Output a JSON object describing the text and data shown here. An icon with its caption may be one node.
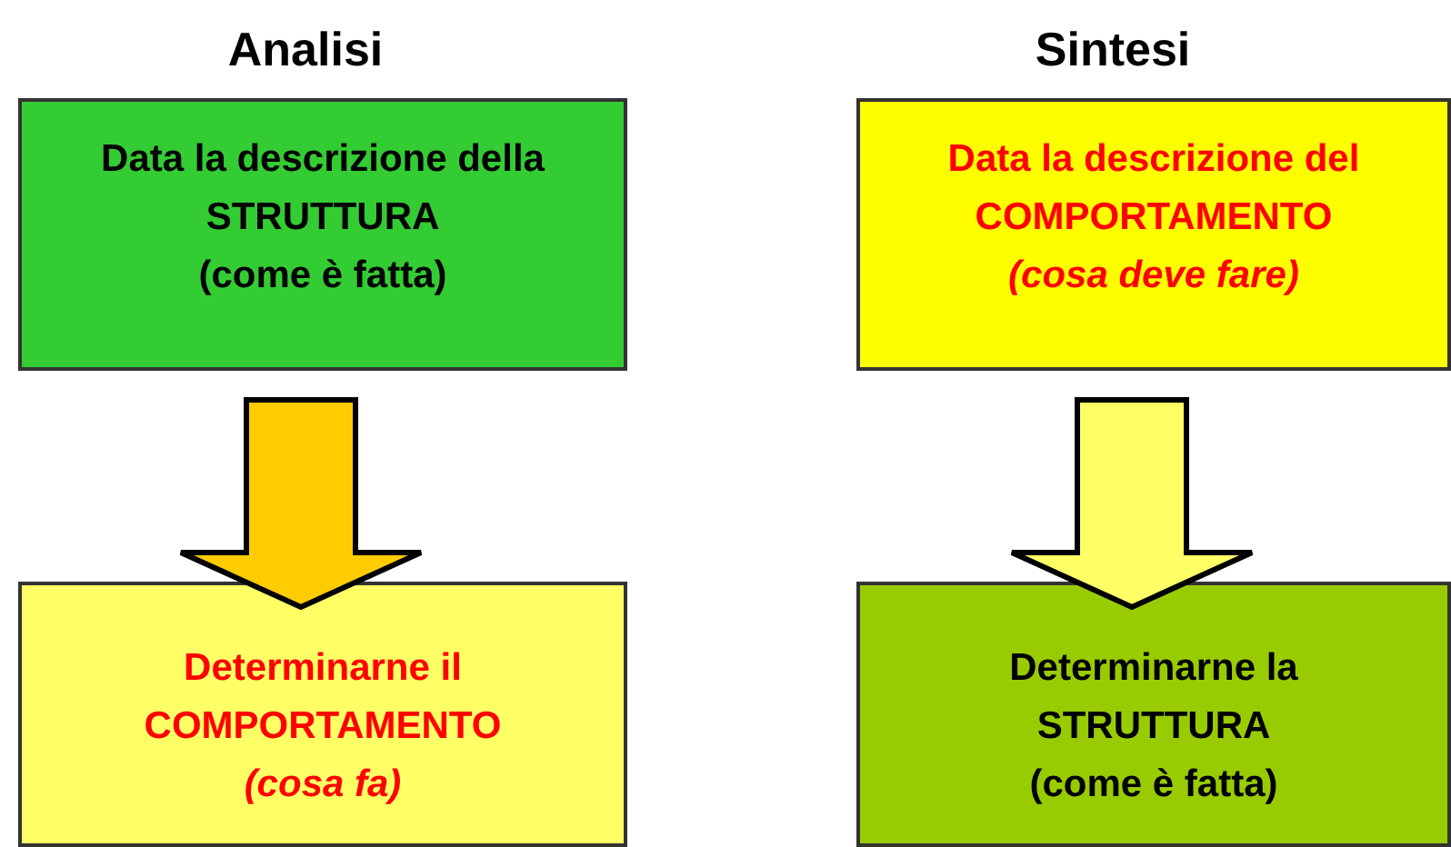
{
  "diagram": {
    "nodes": [
      {
        "text": [
          "Data la descrizione della STRUTTURA",
          "(come è fatta)"
        ]
      },
      {
        "text": [
          "Data la descrizione del COMPORTAMENTO",
          "(cosa deve fare)"
        ]
      },
      {
        "text": [
          "Determinarne il COMPORTAMENTO",
          "(cosa fa)"
        ]
      },
      {
        "text": [
          "Determinarne la STRUTTURA",
          "(come è fatta)"
        ]
      }
    ],
    "edges": [
      {
        "from": 0,
        "to": 2,
        "arrow": "to",
        "style": "thick",
        "color": "#ffcc00"
      },
      {
        "from": 1,
        "to": 3,
        "arrow": "to",
        "style": "thick",
        "color": "#ffff66"
      }
    ],
    "labels": [
      "Analisi",
      "Sintesi"
    ]
  }
}
